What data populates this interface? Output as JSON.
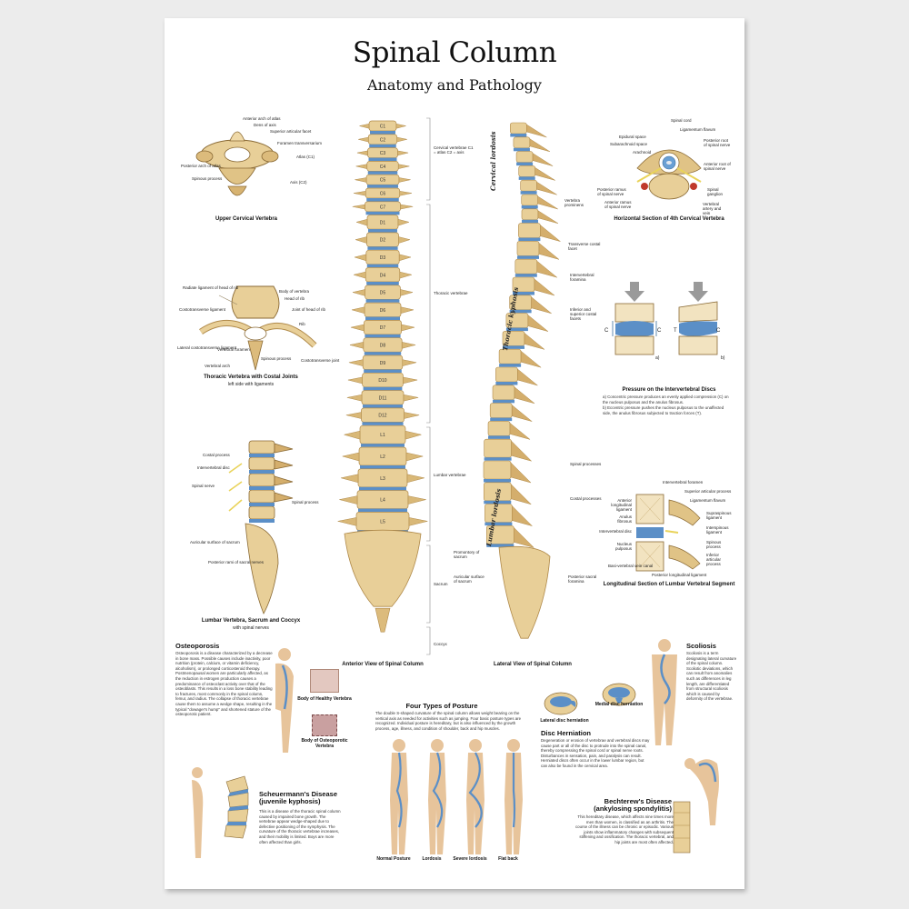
{
  "poster": {
    "title": "Spinal Column",
    "subtitle": "Anatomy and Pathology"
  },
  "upper_cervical": {
    "caption": "Upper Cervical Vertebra",
    "labels": [
      "Anterior arch of atlas",
      "Dens of axis",
      "Superior articular facet",
      "Foramen transversarium",
      "Atlas (C1)",
      "Posterior arch of atlas",
      "Spinous process",
      "Axis (C2)"
    ]
  },
  "thoracic_vertebra": {
    "caption": "Thoracic Vertebra with Costal Joints",
    "subcaption": "left side with ligaments",
    "labels": [
      "Radiate ligament of head of rib",
      "Body of vertebra",
      "Head of rib",
      "Joint of head of rib",
      "Costotransverse ligament",
      "Rib",
      "Lateral costotransverse ligament",
      "Vertebral foramen",
      "Spinous process",
      "Costotransverse joint",
      "Vertebral arch"
    ]
  },
  "lumbar_sacrum": {
    "caption": "Lumbar Vertebra, Sacrum and Coccyx",
    "subcaption": "with spinal nerves",
    "labels": [
      "Costal process",
      "Intervertebral disc",
      "Spinal nerve",
      "Spinal process",
      "Auricular surface of sacrum",
      "Posterior rami of sacral nerves"
    ]
  },
  "anterior_view": {
    "caption": "Anterior View of Spinal Column",
    "vertebra_labels": [
      "C1",
      "C2",
      "C3",
      "C4",
      "C5",
      "C6",
      "C7",
      "D1",
      "D2",
      "D3",
      "D4",
      "D5",
      "D6",
      "D7",
      "D8",
      "D9",
      "D10",
      "D11",
      "D12",
      "L1",
      "L2",
      "L3",
      "L4",
      "L5"
    ],
    "regions": [
      {
        "text": "Cervical vertebrae C1 = atlas C2 = axis"
      },
      {
        "text": "Thoracic vertebrae"
      },
      {
        "text": "Lumbar vertebrae"
      },
      {
        "text": "Sacrum"
      },
      {
        "text": "Coccyx"
      }
    ]
  },
  "lateral_view": {
    "caption": "Lateral View of Spinal Column",
    "curves": [
      "Cervical lordosis",
      "Thoracic kyphosis",
      "Lumbar lordosis"
    ],
    "labels": [
      "Vertebra prominens",
      "Transverse costal facet",
      "Intervertebral foramina",
      "Inferior and superior costal facets",
      "Spinal processes",
      "Costal processes",
      "Promontory of sacrum",
      "Auricular surface of sacrum",
      "Posterior sacral foramina"
    ]
  },
  "horizontal_section": {
    "caption": "Horizontal Section of 4th Cervical Vertebra",
    "labels": [
      "Spinal cord",
      "Epidural space",
      "Ligamentum flavum",
      "Subarachnoid space",
      "Arachnoid",
      "Posterior root of spinal nerve",
      "Anterior root of spinal nerve",
      "Posterior ramus of spinal nerve",
      "Spinal ganglion",
      "Anterior ramus of spinal nerve",
      "Vertebral artery and vein"
    ]
  },
  "pressure": {
    "caption": "Pressure on the Intervertebral Discs",
    "lines": [
      "a) Concentric pressure produces an evenly applied compression (C) on the nucleus pulposus and the anulus fibrosus.",
      "b) Eccentric pressure pushes the nucleus pulposus to the unaffected side, the anulus fibrosus subjected to traction forces (T)."
    ],
    "marks": {
      "c": "C",
      "t": "T",
      "a": "a)",
      "b": "b)"
    }
  },
  "lumbar_segment": {
    "caption": "Longitudinal Section of Lumbar Vertebral Segment",
    "labels": [
      "Intervertebral foramen",
      "Superior articular process",
      "Anterior longitudinal ligament",
      "Ligamentum flavum",
      "Anulus fibrosus",
      "Supraspinous ligament",
      "Intervertebral disc",
      "Interspinous ligament",
      "Nucleus pulposus",
      "Spinous process",
      "Inferior articular process",
      "Basi-vertebral vein canal",
      "Posterior longitudinal ligament"
    ]
  },
  "osteoporosis": {
    "title": "Osteoporosis",
    "text": "Osteoporosis is a disease characterized by a decrease in bone mass. Possible causes include inactivity, poor nutrition (protein, calcium, or vitamin deficiency, alcoholism), or prolonged corticosteroid therapy. Postmenopausal women are particularly affected, as the reduction in estrogen production causes a predominance of osteoclast activity over that of the osteoblasts. This results in a loss bone stability leading to fractures, most commonly in the spinal column, femur, and radius. The collapse of thoracic vertebrae cause them to assume a wedge shape, resulting in the typical \"dowager's hump\" and shortened stature of the osteoporotic patient.",
    "healthy": "Body of Healthy Vertebra",
    "osteoporotic": "Body of Osteoporotic Vertebra"
  },
  "posture": {
    "title": "Four Types of Posture",
    "text": "The double S-shaped curvature of the spinal column allows weight bearing on the vertical axis as needed for activities such as jumping. Four basic posture types are recognized. Individual posture is hereditary, but is also influenced by the growth process, age, illness, and condition of shoulder, back and hip muscles.",
    "types": [
      "Normal Posture",
      "Lordosis",
      "Severe lordosis",
      "Flat back"
    ]
  },
  "scheuermann": {
    "title": "Scheuermann's Disease (juvenile kyphosis)",
    "text": "This is a disease of the thoracic spinal column caused by impaired bone growth. The vertebrae appear wedge-shaped due to defective positioning of the symphysis. The curvature of the thoracic vertebrae increases, and their mobility is limited. Boys are more often affected than girls."
  },
  "disc_herniation": {
    "title": "Disc Herniation",
    "text": "Degeneration or erosion of vertebrae and vertebral discs may cause part or all of the disc to protrude into the spinal canal, thereby compressing the spinal cord or spinal nerve roots. Disturbances in sensation, pain, and paralysis can result. Herniated discs often occur in the lower lumbar region, but can also be found in the cervical area.",
    "lateral": "Lateral disc herniation",
    "medial": "Medial disc herniation"
  },
  "scoliosis": {
    "title": "Scoliosis",
    "text": "Scoliosis is a term designating lateral curvature of the spinal column. Scoliotic deviations, which can result from anomalies such as differences in leg length, are differentiated from structural scoliosis which is caused by deformity of the vertebrae."
  },
  "bechterew": {
    "title": "Bechterew's Disease (ankylosing spondylitis)",
    "text": "This hereditary disease, which affects nine times more men than women, is classified as an arthritis. The course of the illness can be chronic or episodic. Various joints show inflammatory changes with subsequent stiffening and ossification. The thoracic vertebral, and hip joints are most often affected."
  },
  "colors": {
    "bone": "#e8cf98",
    "bone_dark": "#b08a4a",
    "disc": "#5b8fc7",
    "nerve": "#e9d35a",
    "skin": "#e7c49b"
  }
}
